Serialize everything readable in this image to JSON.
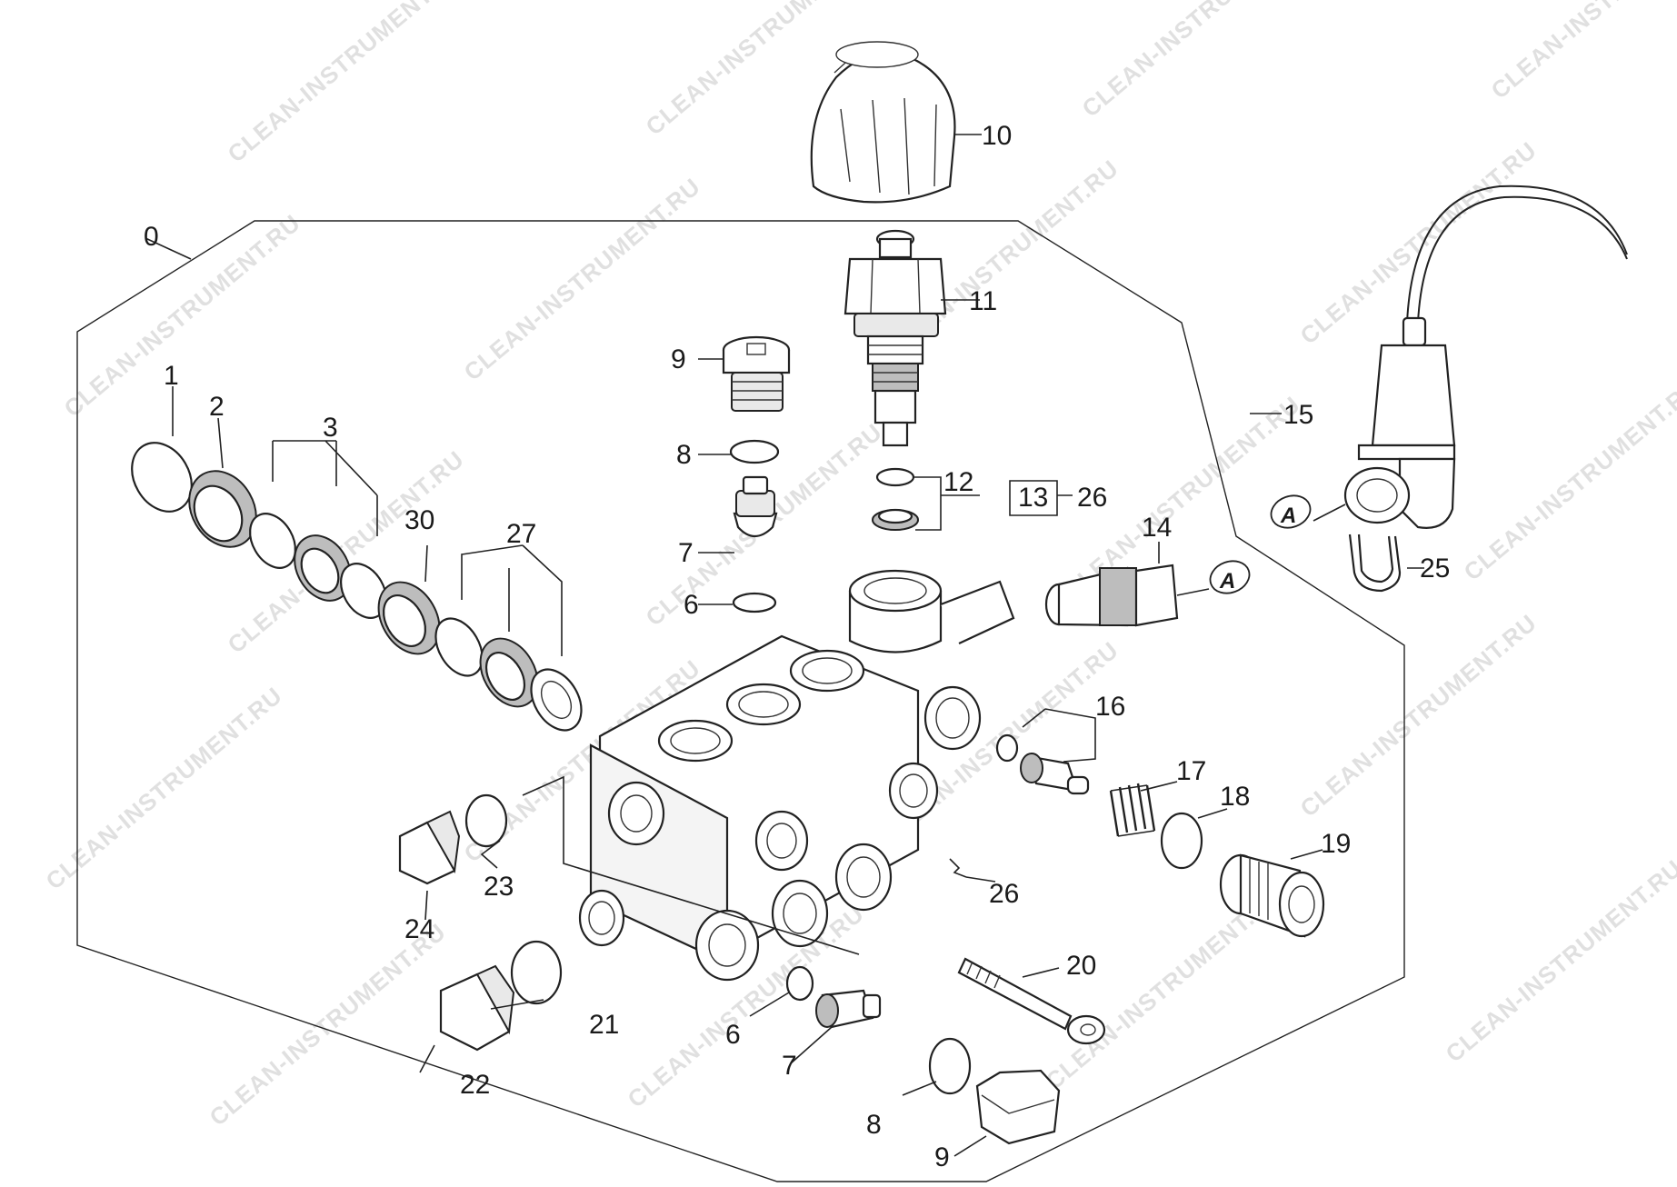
{
  "watermark": "CLEAN-INSTRUMENT.RU",
  "callouts": {
    "c0": "0",
    "c1": "1",
    "c2": "2",
    "c3": "3",
    "c6a": "6",
    "c6b": "6",
    "c7a": "7",
    "c7b": "7",
    "c8a": "8",
    "c8b": "8",
    "c9a": "9",
    "c9b": "9",
    "c10": "10",
    "c11": "11",
    "c12": "12",
    "c13": "13",
    "c14": "14",
    "c15": "15",
    "c16": "16",
    "c17": "17",
    "c18": "18",
    "c19": "19",
    "c20": "20",
    "c21": "21",
    "c22": "22",
    "c23": "23",
    "c24": "24",
    "c25": "25",
    "c26a": "26",
    "c26b": "26",
    "c27": "27",
    "c30": "30"
  },
  "connectors": {
    "a1": "A",
    "a2": "A"
  },
  "colors": {
    "line": "#222222",
    "watermark": "#c8c8c8",
    "background": "#ffffff"
  }
}
